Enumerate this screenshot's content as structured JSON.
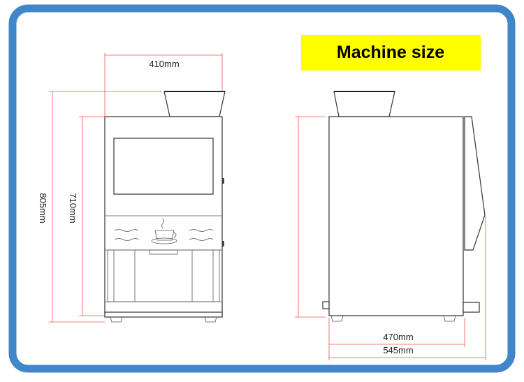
{
  "title": "Machine size",
  "colors": {
    "frame": "#4086c8",
    "title_bg": "#ffff00",
    "dimension_line": "#f05050"
  },
  "front_view": {
    "width_label": "410mm",
    "total_height_label": "805mm",
    "body_height_label": "710mm"
  },
  "side_view": {
    "depth_label": "470mm",
    "total_depth_label": "545mm"
  }
}
